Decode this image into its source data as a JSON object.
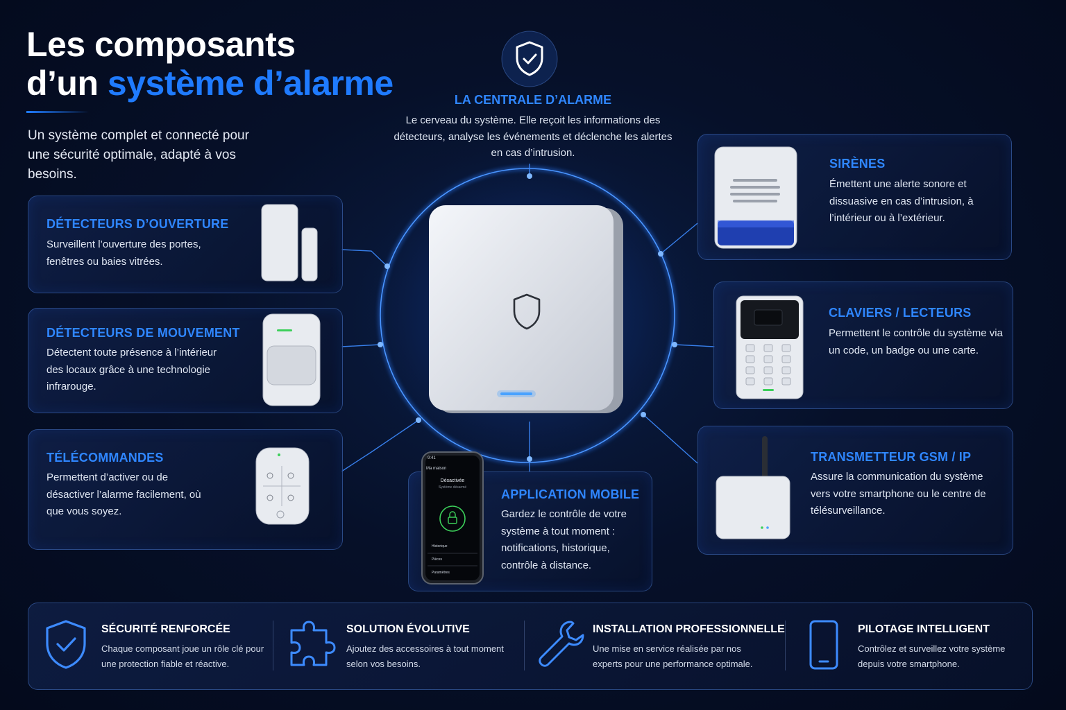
{
  "header": {
    "title_line1": "Les composants",
    "title_line2_prefix": "d’un ",
    "title_line2_accent": "système d’alarme",
    "subtitle": "Un système complet et connecté pour une sécurité optimale, adapté à vos besoins."
  },
  "central": {
    "title": "LA CENTRALE D’ALARME",
    "text": "Le cerveau du système. Elle reçoit les informations des détecteurs, analyse les événements et déclenche les alertes en cas d’intrusion."
  },
  "components": {
    "opening_detectors": {
      "title": "DÉTECTEURS D’OUVERTURE",
      "text": "Surveillent l’ouverture des portes, fenêtres ou baies vitrées."
    },
    "motion_detectors": {
      "title": "DÉTECTEURS DE MOUVEMENT",
      "text": "Détectent toute présence à l’intérieur des locaux grâce à une technologie infrarouge."
    },
    "remotes": {
      "title": "TÉLÉCOMMANDES",
      "text": "Permettent d’activer ou de désactiver l’alarme facilement, où que vous soyez."
    },
    "mobile_app": {
      "title": "APPLICATION MOBILE",
      "text": "Gardez le contrôle de votre système à tout moment : notifications, historique, contrôle à distance."
    },
    "sirens": {
      "title": "SIRÈNES",
      "text": "Émettent une alerte sonore et dissuasive en cas d’intrusion, à l’intérieur ou à l’extérieur."
    },
    "keypads": {
      "title": "CLAVIERS / LECTEURS",
      "text": "Permettent le contrôle du système via un code, un badge ou une carte."
    },
    "transmitter": {
      "title": "TRANSMETTEUR GSM / IP",
      "text": "Assure la communication du système vers votre smartphone ou le centre de télésurveillance."
    }
  },
  "phone_screen": {
    "time": "9:41",
    "home": "Ma maison",
    "status": "Désactivée",
    "status_sub": "Système désarmé",
    "menu": [
      "Historique",
      "Pièces",
      "Paramètres"
    ]
  },
  "features": [
    {
      "icon": "shield-check-icon",
      "title": "SÉCURITÉ RENFORCÉE",
      "text": "Chaque composant joue un rôle clé pour une protection fiable et réactive."
    },
    {
      "icon": "puzzle-icon",
      "title": "SOLUTION ÉVOLUTIVE",
      "text": "Ajoutez des accessoires à tout moment selon vos besoins."
    },
    {
      "icon": "wrench-icon",
      "title": "INSTALLATION PROFESSIONNELLE",
      "text": "Une mise en service réalisée par nos experts pour une performance optimale."
    },
    {
      "icon": "smartphone-icon",
      "title": "PILOTAGE INTELLIGENT",
      "text": "Contrôlez et surveillez votre système depuis votre smartphone."
    }
  ],
  "colors": {
    "accent": "#1f7bff",
    "title_blue": "#2f86ff",
    "background": "#061029",
    "glow": "#2a7dff"
  }
}
